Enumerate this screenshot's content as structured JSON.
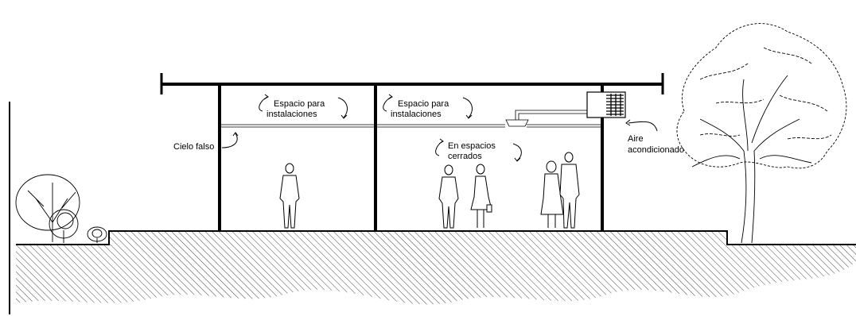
{
  "labels": {
    "espacio_1_line1": "Espacio para",
    "espacio_1_line2": "instalaciones",
    "espacio_2_line1": "Espacio para",
    "espacio_2_line2": "instalaciones",
    "cielo": "Cielo falso",
    "espacios_line1": "En espacios",
    "espacios_line2": "cerrados",
    "aire_line1": "Aire",
    "aire_line2": "acondicionado"
  },
  "colors": {
    "ink": "#000000",
    "hatch": "#333333",
    "background": "#ffffff"
  }
}
